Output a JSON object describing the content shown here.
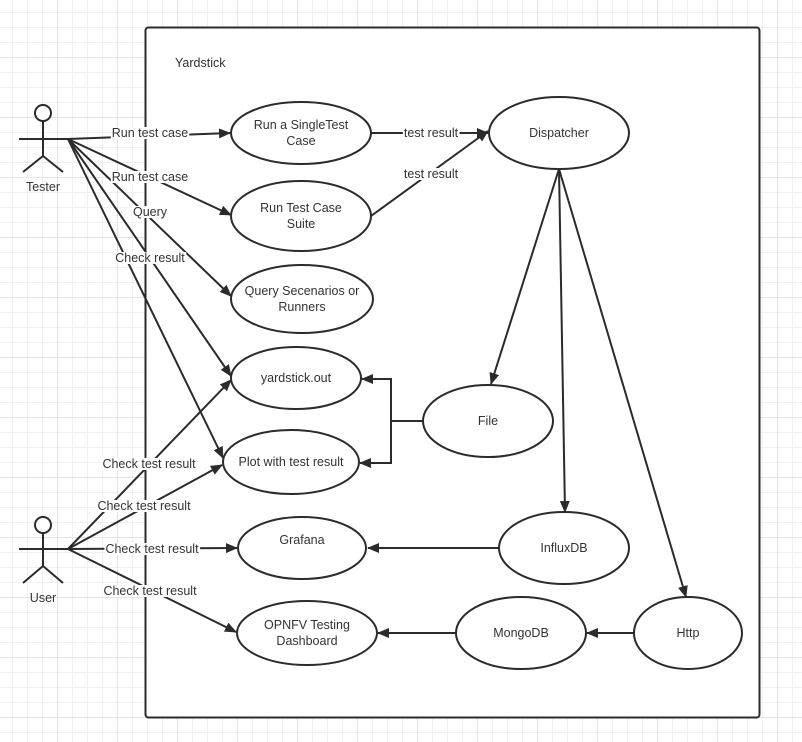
{
  "system": {
    "title": "Yardstick"
  },
  "actors": [
    {
      "id": "tester",
      "label": "Tester"
    },
    {
      "id": "user",
      "label": "User"
    }
  ],
  "nodes": [
    {
      "id": "run-single",
      "lines": [
        "Run a SingleTest",
        "Case"
      ]
    },
    {
      "id": "run-suite",
      "lines": [
        "Run Test Case",
        "Suite"
      ]
    },
    {
      "id": "query",
      "lines": [
        "Query Secenarios or",
        "Runners"
      ]
    },
    {
      "id": "yardstick-out",
      "lines": [
        "yardstick.out"
      ]
    },
    {
      "id": "plot",
      "lines": [
        "Plot with test result"
      ]
    },
    {
      "id": "grafana",
      "lines": [
        "Grafana"
      ]
    },
    {
      "id": "opnfv",
      "lines": [
        "OPNFV Testing",
        "Dashboard"
      ]
    },
    {
      "id": "dispatcher",
      "lines": [
        "Dispatcher"
      ]
    },
    {
      "id": "file",
      "lines": [
        "File"
      ]
    },
    {
      "id": "influxdb",
      "lines": [
        "InfluxDB"
      ]
    },
    {
      "id": "mongodb",
      "lines": [
        "MongoDB"
      ]
    },
    {
      "id": "http",
      "lines": [
        "Http"
      ]
    }
  ],
  "edges": [
    {
      "from": "tester",
      "to": "run-single",
      "label": "Run test case"
    },
    {
      "from": "tester",
      "to": "run-suite",
      "label": "Run test case"
    },
    {
      "from": "tester",
      "to": "query",
      "label": "Query"
    },
    {
      "from": "tester",
      "to": "yardstick-out",
      "label": "Check result"
    },
    {
      "from": "tester",
      "to": "plot",
      "label": ""
    },
    {
      "from": "run-single",
      "to": "dispatcher",
      "label": "test result"
    },
    {
      "from": "run-suite",
      "to": "dispatcher",
      "label": "test result"
    },
    {
      "from": "dispatcher",
      "to": "file",
      "label": ""
    },
    {
      "from": "dispatcher",
      "to": "influxdb",
      "label": ""
    },
    {
      "from": "dispatcher",
      "to": "http",
      "label": ""
    },
    {
      "from": "file",
      "to": "yardstick-out",
      "label": ""
    },
    {
      "from": "file",
      "to": "plot",
      "label": ""
    },
    {
      "from": "influxdb",
      "to": "grafana",
      "label": ""
    },
    {
      "from": "http",
      "to": "mongodb",
      "label": ""
    },
    {
      "from": "mongodb",
      "to": "opnfv",
      "label": ""
    },
    {
      "from": "user",
      "to": "yardstick-out",
      "label": "Check test result"
    },
    {
      "from": "user",
      "to": "plot",
      "label": "Check test result"
    },
    {
      "from": "user",
      "to": "grafana",
      "label": "Check test result"
    },
    {
      "from": "user",
      "to": "opnfv",
      "label": "Check test result"
    }
  ]
}
